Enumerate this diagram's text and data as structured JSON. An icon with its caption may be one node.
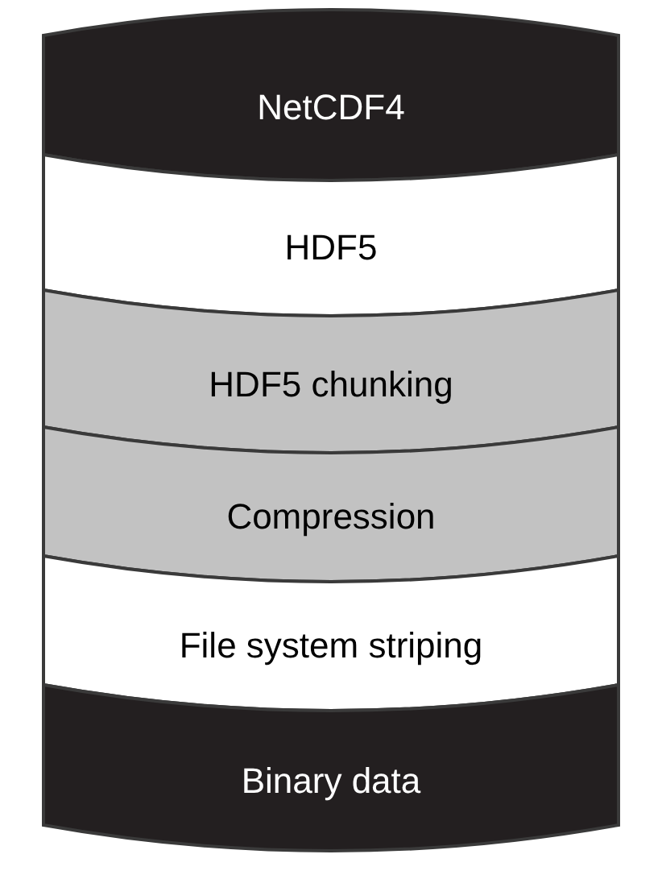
{
  "diagram": {
    "nodes": [
      {
        "text": [
          "NetCDF4"
        ]
      },
      {
        "text": [
          "HDF5"
        ]
      },
      {
        "text": [
          "HDF5 chunking"
        ]
      },
      {
        "text": [
          "Compression"
        ]
      },
      {
        "text": [
          "File system striping"
        ]
      },
      {
        "text": [
          "Binary data"
        ]
      }
    ]
  }
}
